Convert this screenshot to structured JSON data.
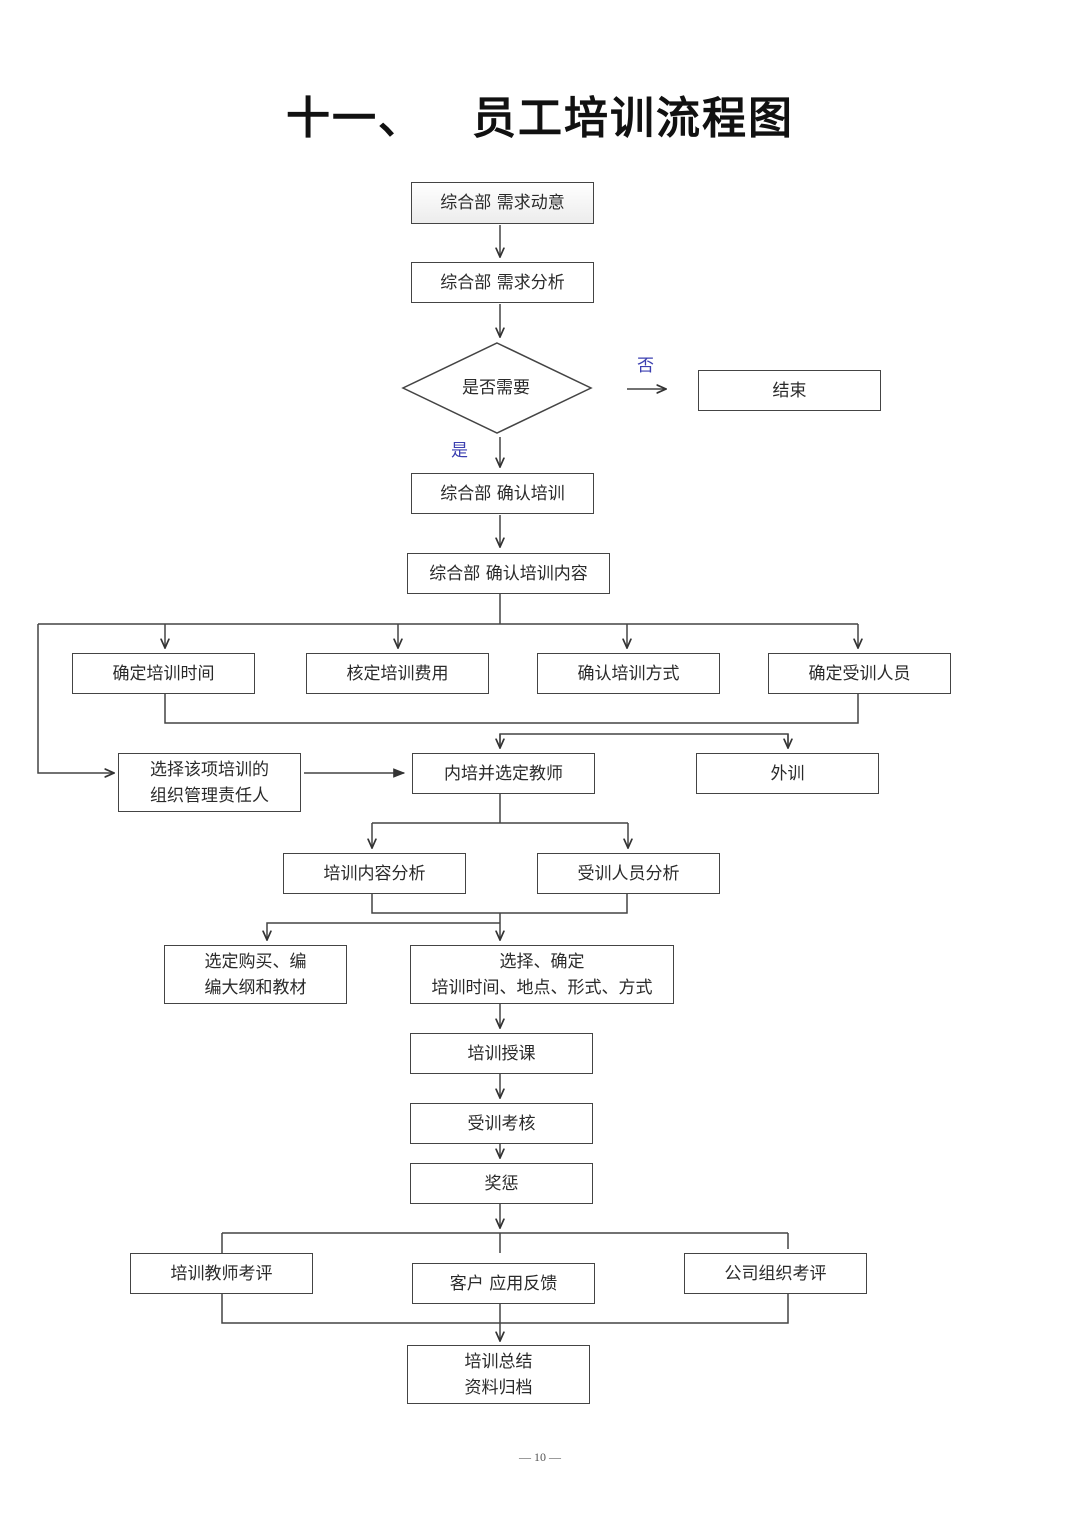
{
  "title": {
    "number": "十一、",
    "text": "员工培训流程图"
  },
  "nodes": {
    "demand_trend": "综合部  需求动意",
    "demand_analysis": "综合部  需求分析",
    "decision": "是否需要",
    "end": "结束",
    "confirm_training": "综合部  确认培训",
    "confirm_content": "综合部  确认培训内容",
    "set_time": "确定培训时间",
    "check_cost": "核定培训费用",
    "confirm_method": "确认培训方式",
    "set_trainees": "确定受训人员",
    "select_manager": [
      "选择该项培训的",
      "组织管理责任人"
    ],
    "internal_teacher": "内培并选定教师",
    "external": "外训",
    "content_analysis": "培训内容分析",
    "trainee_analysis": "受训人员分析",
    "materials": [
      "选定购买、编",
      "编大纲和教材"
    ],
    "schedule": [
      "选择、确定",
      "培训时间、地点、形式、方式"
    ],
    "teaching": "培训授课",
    "assessment": "受训考核",
    "reward_punish": "奖惩",
    "teacher_eval": "培训教师考评",
    "client_feedback": "客户  应用反馈",
    "company_eval": "公司组织考评",
    "summary": [
      "培训总结",
      "资料归档"
    ]
  },
  "labels": {
    "no": "否",
    "yes": "是"
  },
  "colors": {
    "branch_label": "#3b3fb0",
    "line": "#444444"
  },
  "page_number": "— 10 —"
}
